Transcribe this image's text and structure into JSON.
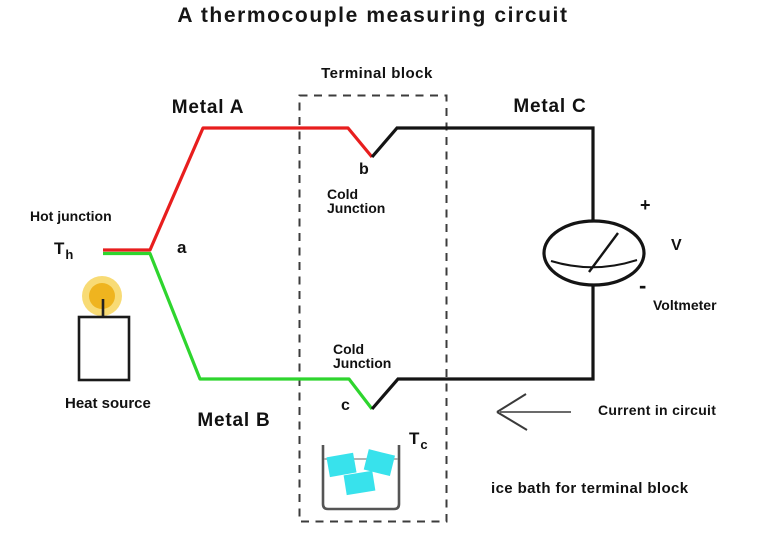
{
  "title": "A thermocouple measuring circuit",
  "labels": {
    "terminal_block": "Terminal block",
    "metal_a": "Metal A",
    "metal_b": "Metal B",
    "metal_c": "Metal C",
    "hot_junction": "Hot junction",
    "hot_temp_symbol": "T",
    "hot_temp_sub": "h",
    "cold_temp_symbol": "T",
    "cold_temp_sub": "c",
    "point_a": "a",
    "point_b": "b",
    "point_c": "c",
    "cold_junction_line1": "Cold",
    "cold_junction_line2": "Junction",
    "plus_sign": "+",
    "minus_sign": "-",
    "voltmeter_v": "V",
    "voltmeter": "Voltmeter",
    "current_in_circuit": "Current in circuit",
    "ice_bath": "ice bath for terminal block",
    "heat_source": "Heat source"
  },
  "colors": {
    "wire_metal_a_red": "#e81e1e",
    "wire_metal_b_green": "#2ed52e",
    "wire_metal_c_black": "#141414",
    "flame_glow": "#f8d96e",
    "flame_core": "#efb41f",
    "wick_black": "#222222",
    "candle_border": "#1a1a1a",
    "ice_cube_cyan": "#38e2ec",
    "beaker_gray": "#555555",
    "water_line_gray": "#999999",
    "dash_gray": "#3c3c3c",
    "arrow_gray": "#3a3a3a",
    "text_black": "#111111"
  }
}
